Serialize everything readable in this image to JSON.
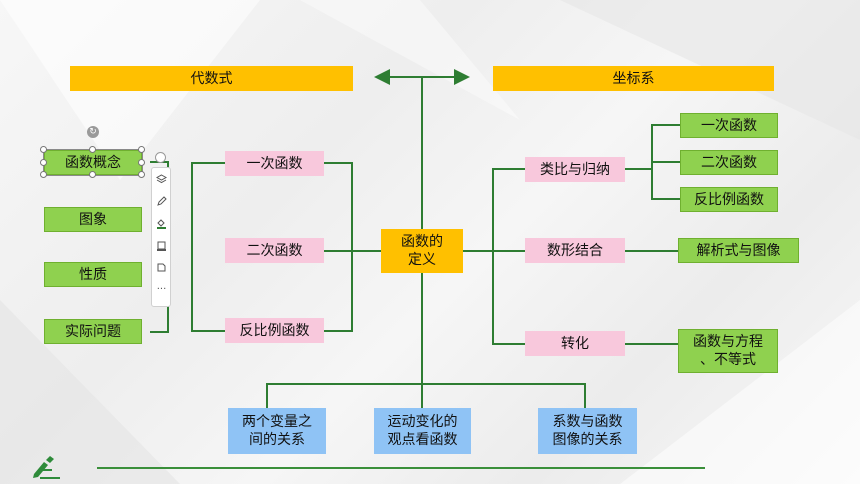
{
  "headers": {
    "left": "代数式",
    "right": "坐标系"
  },
  "center": {
    "line1": "函数的",
    "line2": "定义"
  },
  "left_items": [
    "函数概念",
    "图象",
    "性质",
    "实际问题"
  ],
  "middle_functions": [
    "一次函数",
    "二次函数",
    "反比例函数"
  ],
  "right_branches": [
    "类比与归纳",
    "数形结合",
    "转化"
  ],
  "right_sub": {
    "analogy": [
      "一次函数",
      "二次函数",
      "反比例函数"
    ],
    "number_shape": "解析式与图像",
    "transform": {
      "line1": "函数与方程",
      "line2": "、不等式"
    }
  },
  "bottom": [
    {
      "line1": "两个变量之",
      "line2": "间的关系"
    },
    {
      "line1": "运动变化的",
      "line2": "观点看函数"
    },
    {
      "line1": "系数与函数",
      "line2": "图像的关系"
    }
  ],
  "toolbar": {
    "icons": [
      "layers-icon",
      "pen-icon",
      "fill-icon",
      "crop-icon",
      "style-icon",
      "more-icon"
    ],
    "more_label": "···"
  },
  "colors": {
    "header": "#ffc000",
    "green": "#8fd14f",
    "pink": "#f8c8dc",
    "blue": "#8fc3f5",
    "line": "#2e7d32"
  }
}
